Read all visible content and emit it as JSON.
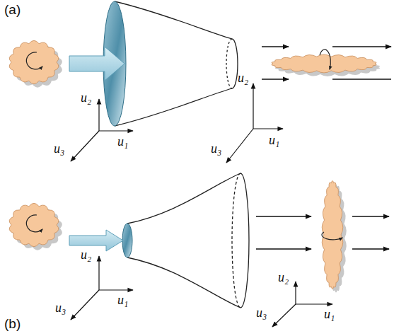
{
  "diagram": {
    "labels": [
      "(a)",
      "u₂",
      "u₃",
      "u₁",
      "u₂",
      "u₃",
      "u₁",
      "u₂",
      "u₃",
      "u₁",
      "u₂",
      "u₃",
      "u₁",
      "(b)"
    ]
  }
}
